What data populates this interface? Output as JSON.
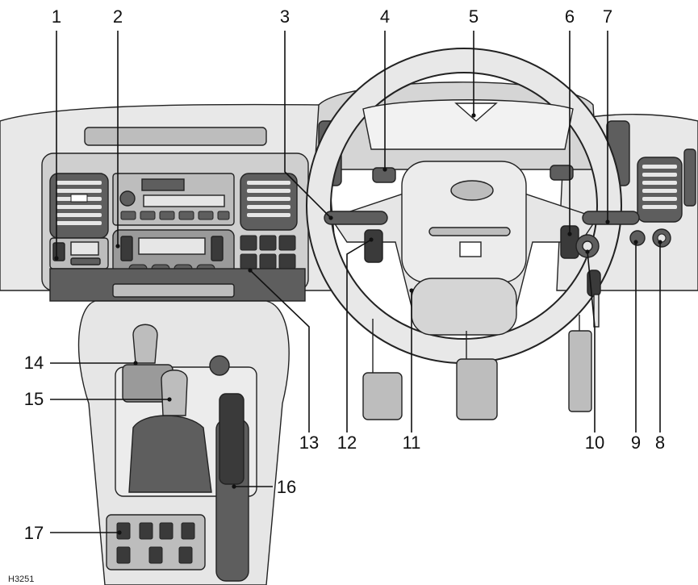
{
  "figure": {
    "reference_code": "H3251",
    "callouts": [
      "1",
      "2",
      "3",
      "4",
      "5",
      "6",
      "7",
      "8",
      "9",
      "10",
      "11",
      "12",
      "13",
      "14",
      "15",
      "16",
      "17"
    ]
  },
  "colors": {
    "background": "#ffffff",
    "line": "#222222",
    "panel_light": "#e6e6e6",
    "panel_mid": "#bdbdbd",
    "panel_dark": "#5e5e5e",
    "trim_dark": "#3a3a3a"
  }
}
